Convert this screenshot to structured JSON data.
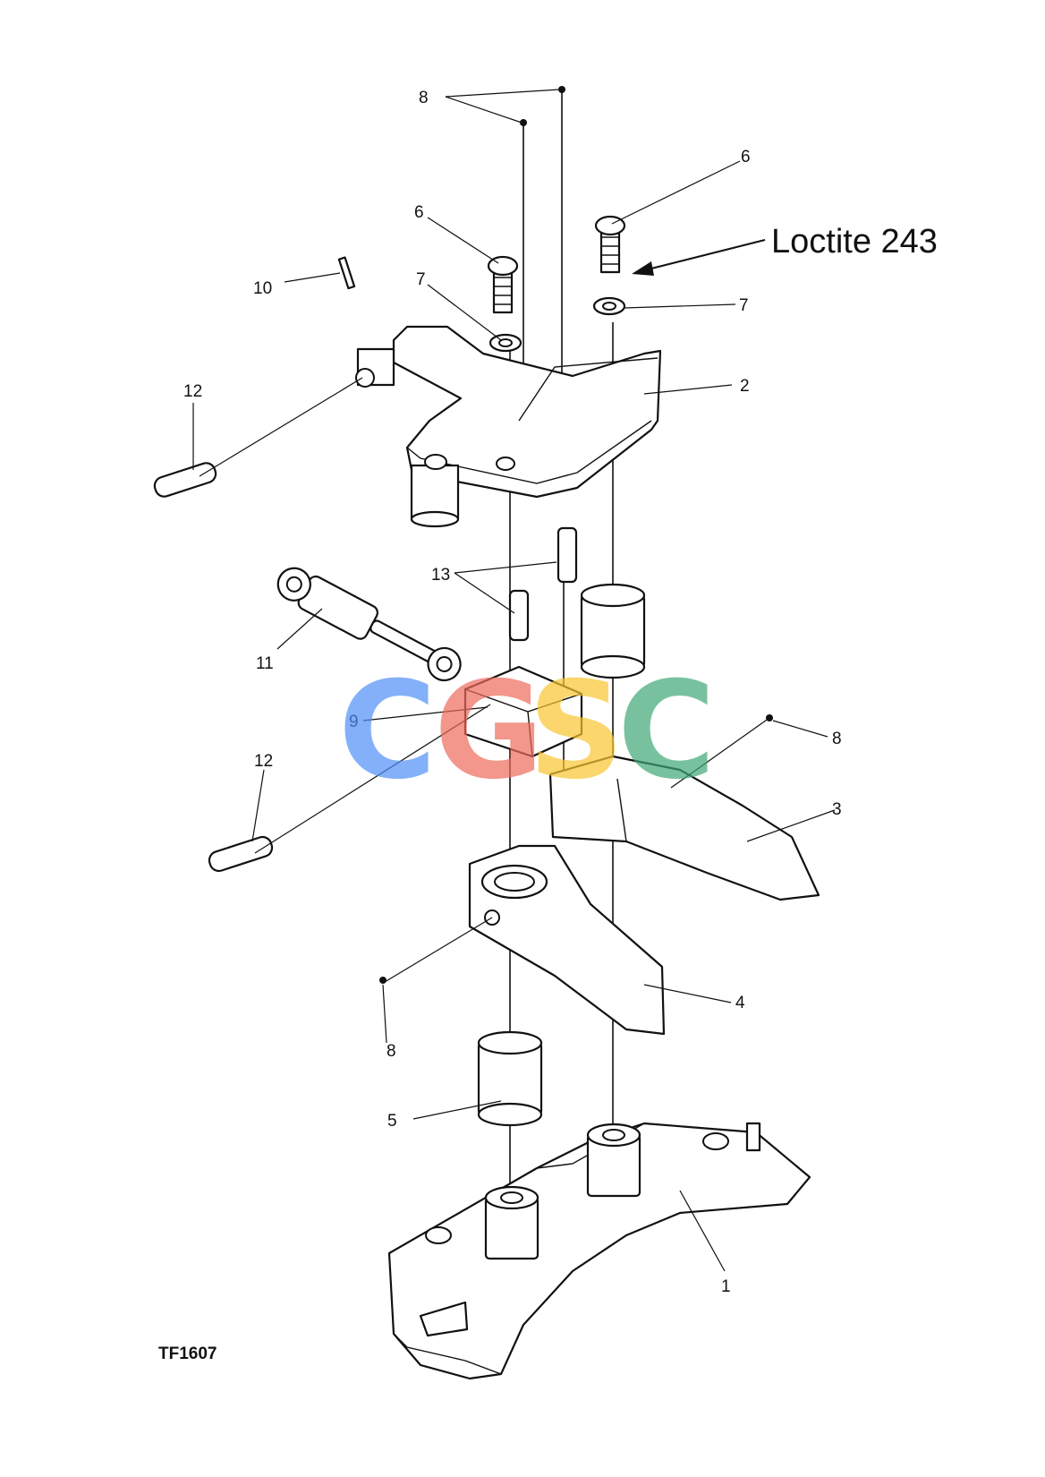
{
  "callouts": {
    "c8_top": "8",
    "c6_left": "6",
    "c6_right": "6",
    "c7_left": "7",
    "c7_right": "7",
    "c10": "10",
    "c2": "2",
    "c12_top": "12",
    "c13": "13",
    "c11": "11",
    "c9": "9",
    "c8_right": "8",
    "c3": "3",
    "c12_bottom": "12",
    "c4": "4",
    "c8_bottom": "8",
    "c5": "5",
    "c1": "1"
  },
  "note": "Loctite  243",
  "figure_id": "TF1607",
  "watermark": {
    "letters": [
      "C",
      "G",
      "S",
      "C"
    ],
    "colors": [
      "#4f8ff7",
      "#ee6a5c",
      "#f8c630",
      "#3fa877"
    ]
  }
}
